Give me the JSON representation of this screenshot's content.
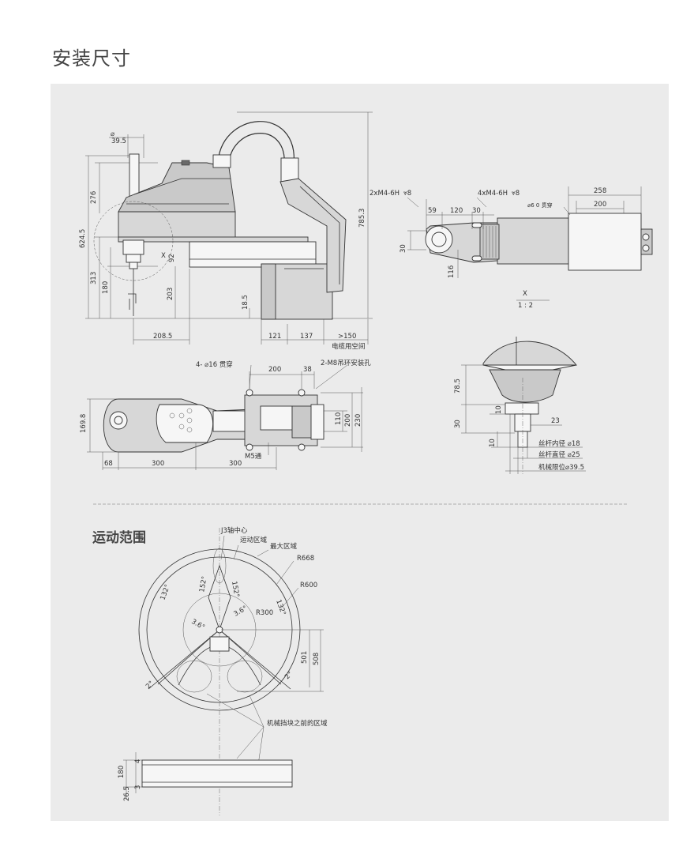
{
  "page": {
    "title": "安装尺寸",
    "motion_section_title": "运动范围"
  },
  "side_view": {
    "dim_39_5": "39.5",
    "dia_symbol": "⌀",
    "dim_276": "276",
    "dim_624_5": "624.5",
    "dim_313": "313",
    "dim_180": "180",
    "dim_92": "92",
    "label_x": "X",
    "dim_203": "203",
    "dim_18_5": "18.5",
    "dim_785_3": "785.3",
    "dim_208_5": "208.5",
    "dim_121": "121",
    "dim_137": "137",
    "dim_gt150": ">150",
    "cable_space": "电缆用空间"
  },
  "detail_x": {
    "label_2xm4": "2xM4-6H",
    "depth_8a": "⩔8",
    "label_4xm4": "4xM4-6H",
    "depth_8b": "⩔8",
    "through_hole": "⌀6 0 贯穿",
    "dim_258": "258",
    "dim_200": "200",
    "dim_59": "59",
    "dim_120": "120",
    "dim_30a": "30",
    "dim_30b": "30",
    "dim_116": "116",
    "view_label": "X",
    "scale": "1 : 2"
  },
  "top_view": {
    "hole_label": "4- ⌀16 贯穿",
    "dim_200": "200",
    "dim_38": "38",
    "m8_label": "2-M8吊环安装孔",
    "dim_169_8": "169.8",
    "dim_110": "110",
    "dim_200v": "200",
    "dim_230": "230",
    "dim_68": "68",
    "dim_300a": "300",
    "dim_300b": "300",
    "m5_label": "M5通"
  },
  "shaft_view": {
    "dim_78_5": "78.5",
    "dim_10a": "10",
    "dim_30": "30",
    "dim_23": "23",
    "dim_10b": "10",
    "inner_dia": "丝杆内径 ⌀18",
    "outer_dia": "丝杆直径 ⌀25",
    "limit_dia": "机械限位⌀39.5"
  },
  "motion_range": {
    "j3_center": "J3轴中心",
    "motion_area": "运动区域",
    "max_area": "最大区域",
    "r668": "R668",
    "r600": "R600",
    "r300": "R300",
    "ang_132a": "132°",
    "ang_152a": "152°",
    "ang_152b": "152°",
    "ang_132b": "132°",
    "ang_3_6a": "3.6°",
    "ang_3_6b": "3.6°",
    "ang_2a": "2°",
    "ang_2b": "2°",
    "dim_501": "501",
    "dim_508": "508",
    "stopper_area": "机械挡块之前的区域",
    "dim_4": "4",
    "dim_180": "180",
    "dim_3": "3",
    "dim_26_5": "26.5"
  },
  "colors": {
    "panel": "#ebebeb",
    "line": "#333333",
    "body": "#d7d7d7"
  }
}
